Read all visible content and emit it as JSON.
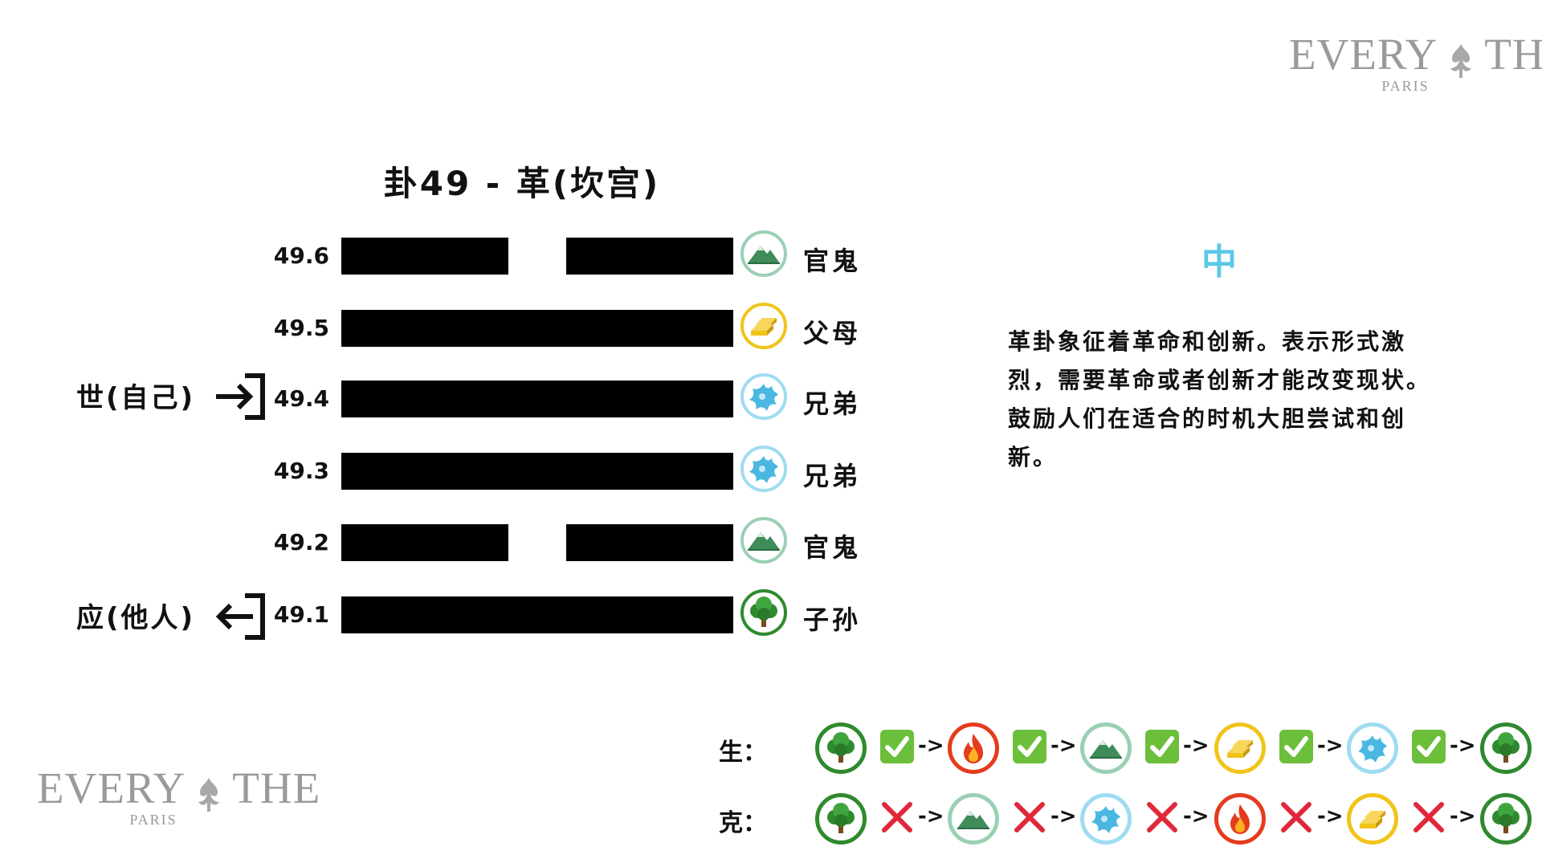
{
  "logo": {
    "word_left": "EVERY",
    "word_right": "THE",
    "sub": "PARIS"
  },
  "title": "卦49 - 革(坎宫)",
  "lines": [
    {
      "number": "49.6",
      "type": "yin",
      "element": "earth-mountain",
      "relation": "官鬼"
    },
    {
      "number": "49.5",
      "type": "yang",
      "element": "metal-gold",
      "relation": "父母"
    },
    {
      "number": "49.4",
      "type": "yang",
      "element": "water-splash",
      "relation": "兄弟"
    },
    {
      "number": "49.3",
      "type": "yang",
      "element": "water-splash",
      "relation": "兄弟"
    },
    {
      "number": "49.2",
      "type": "yin",
      "element": "earth-mountain",
      "relation": "官鬼"
    },
    {
      "number": "49.1",
      "type": "yang",
      "element": "wood-tree",
      "relation": "子孙"
    }
  ],
  "markers": {
    "shi": {
      "label": "世(自己)",
      "icon": "enter-arrow-icon"
    },
    "ying": {
      "label": "应(他人)",
      "icon": "exit-arrow-icon"
    }
  },
  "fortune": "中",
  "description": "革卦象征着革命和创新。表示形式激烈，需要革命或者创新才能改变现状。鼓励人们在适合的时机大胆尝试和创新。",
  "cycles": {
    "sheng": {
      "label": "生：",
      "mark": "check",
      "arrow": "->",
      "sequence": [
        "wood-tree",
        "fire",
        "earth-mountain",
        "metal-gold",
        "water-splash",
        "wood-tree"
      ]
    },
    "ke": {
      "label": "克：",
      "mark": "cross",
      "arrow": "->",
      "sequence": [
        "wood-tree",
        "earth-mountain",
        "water-splash",
        "fire",
        "metal-gold",
        "wood-tree"
      ]
    }
  },
  "colors": {
    "wood": "#2f8a2f",
    "fire": "#e53b1e",
    "earth": "#3d8c5a",
    "metal": "#f0c419",
    "water": "#4ab7e0",
    "check_bg": "#6cbf3a",
    "cross": "#e0283a",
    "fortune": "#5bc8e8"
  }
}
